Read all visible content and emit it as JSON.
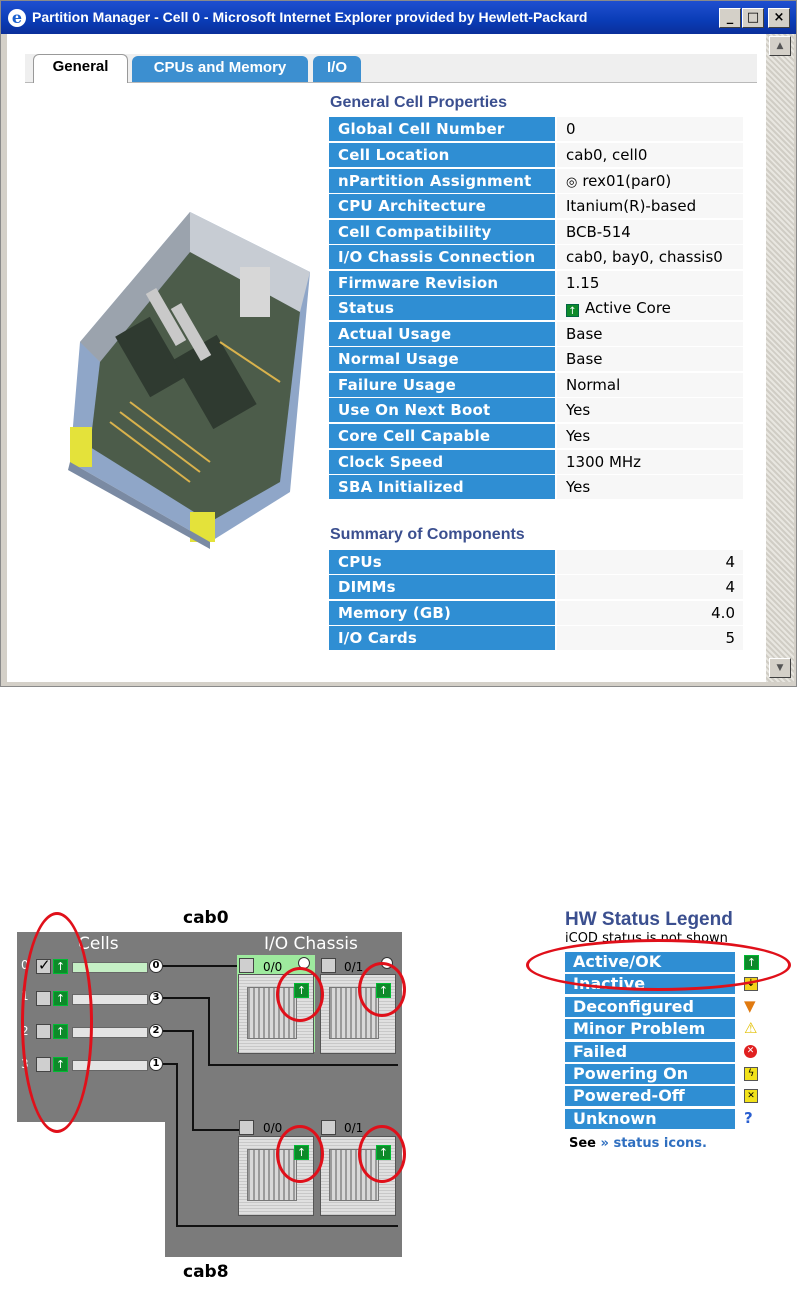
{
  "window": {
    "title": "Partition Manager - Cell 0 - Microsoft Internet Explorer provided by Hewlett-Packard",
    "buttons": {
      "minimize": "_",
      "maximize": "□",
      "close": "×"
    }
  },
  "tabs": [
    {
      "label": "General",
      "active": true
    },
    {
      "label": "CPUs and Memory",
      "active": false
    },
    {
      "label": "I/O",
      "active": false
    }
  ],
  "general_properties": {
    "title": "General Cell Properties",
    "rows": [
      {
        "key": "Global Cell Number",
        "value": "0"
      },
      {
        "key": "Cell Location",
        "value": "cab0, cell0"
      },
      {
        "key": "nPartition Assignment",
        "value": "rex01(par0)"
      },
      {
        "key": "CPU Architecture",
        "value": "Itanium(R)-based"
      },
      {
        "key": "Cell Compatibility",
        "value": "BCB-514"
      },
      {
        "key": "I/O Chassis Connection",
        "value": "cab0, bay0, chassis0"
      },
      {
        "key": "Firmware Revision",
        "value": "1.15"
      },
      {
        "key": "Status",
        "value": "Active Core"
      },
      {
        "key": "Actual Usage",
        "value": "Base"
      },
      {
        "key": "Normal Usage",
        "value": "Base"
      },
      {
        "key": "Failure Usage",
        "value": "Normal"
      },
      {
        "key": "Use On Next Boot",
        "value": "Yes"
      },
      {
        "key": "Core Cell Capable",
        "value": "Yes"
      },
      {
        "key": "Clock Speed",
        "value": "1300 MHz"
      },
      {
        "key": "SBA Initialized",
        "value": "Yes"
      }
    ]
  },
  "summary": {
    "title": "Summary of Components",
    "rows": [
      {
        "key": "CPUs",
        "value": "4"
      },
      {
        "key": "DIMMs",
        "value": "4"
      },
      {
        "key": "Memory (GB)",
        "value": "4.0"
      },
      {
        "key": "I/O Cards",
        "value": "5"
      }
    ]
  },
  "diagram": {
    "cab_top": "cab0",
    "cab_bottom": "cab8",
    "cells_title": "Cells",
    "io_title": "I/O Chassis",
    "cell_numbers": [
      "0",
      "1",
      "2",
      "3"
    ],
    "cell_links": [
      "0",
      "3",
      "2",
      "1"
    ],
    "chassis_labels": [
      "0/0",
      "0/1",
      "0/0",
      "0/1"
    ]
  },
  "legend": {
    "title": "HW Status Legend",
    "note": "iCOD status is not shown",
    "items": [
      {
        "label": "Active/OK",
        "icon": "active-ok-icon"
      },
      {
        "label": "Inactive",
        "icon": "inactive-icon"
      },
      {
        "label": "Deconfigured",
        "icon": "deconfigured-icon"
      },
      {
        "label": "Minor Problem",
        "icon": "minor-problem-icon"
      },
      {
        "label": "Failed",
        "icon": "failed-icon"
      },
      {
        "label": "Powering On",
        "icon": "powering-on-icon"
      },
      {
        "label": "Powered-Off",
        "icon": "powered-off-icon"
      },
      {
        "label": "Unknown",
        "icon": "unknown-icon"
      }
    ],
    "see_prefix": "See",
    "see_link": "» status icons."
  },
  "colors": {
    "header_blue": "#2f8ed3",
    "title_navy": "#3b4f8f",
    "status_green": "#0e8a2a",
    "highlight_red": "#e0101a"
  }
}
